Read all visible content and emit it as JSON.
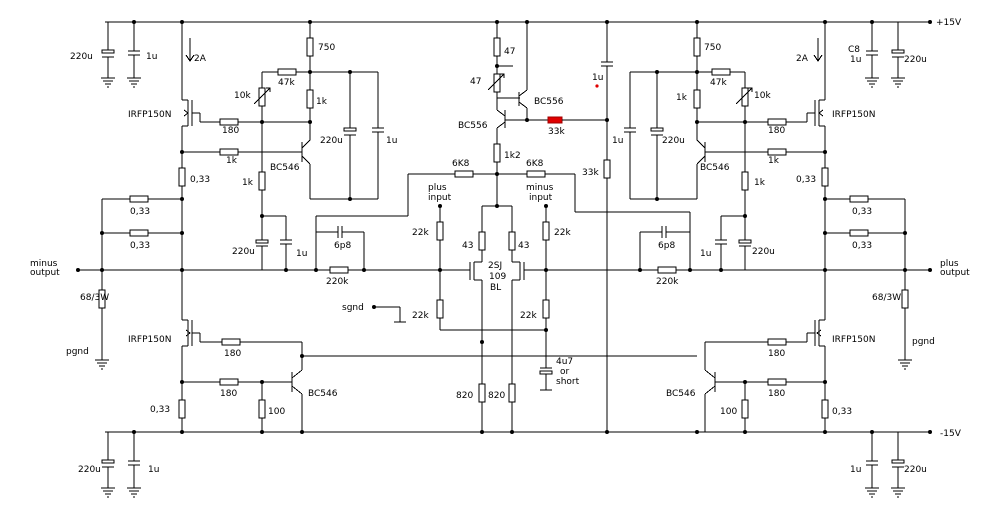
{
  "rails": {
    "pos": "+15V",
    "neg": "-15V"
  },
  "io": {
    "minus_output": [
      "minus",
      "output"
    ],
    "plus_output": [
      "plus",
      "output"
    ],
    "plus_input": [
      "plus",
      "input"
    ],
    "minus_input": [
      "minus",
      "input"
    ],
    "pgnd": "pgnd",
    "sgnd": "sgnd"
  },
  "labels": {
    "c220u": "220u",
    "c1u": "1u",
    "c6p8": "6p8",
    "c4u7": [
      "4u7",
      "or",
      "short"
    ],
    "c8": "C8",
    "r750": "750",
    "r47k": "47k",
    "r1k": "1k",
    "r10k": "10k",
    "r180": "180",
    "r0_33": "0,33",
    "r6k8": "6K8",
    "r220k": "220k",
    "r22k": "22k",
    "r43": "43",
    "r820": "820",
    "r100": "100",
    "r68": "68/3W",
    "r47": "47",
    "r1k2": "1k2",
    "r33k": "33k",
    "irfp": "IRFP150N",
    "bc546": "BC546",
    "bc556": "BC556",
    "amp2a": "2A",
    "jfet": [
      "2SJ",
      "109",
      "BL"
    ]
  }
}
